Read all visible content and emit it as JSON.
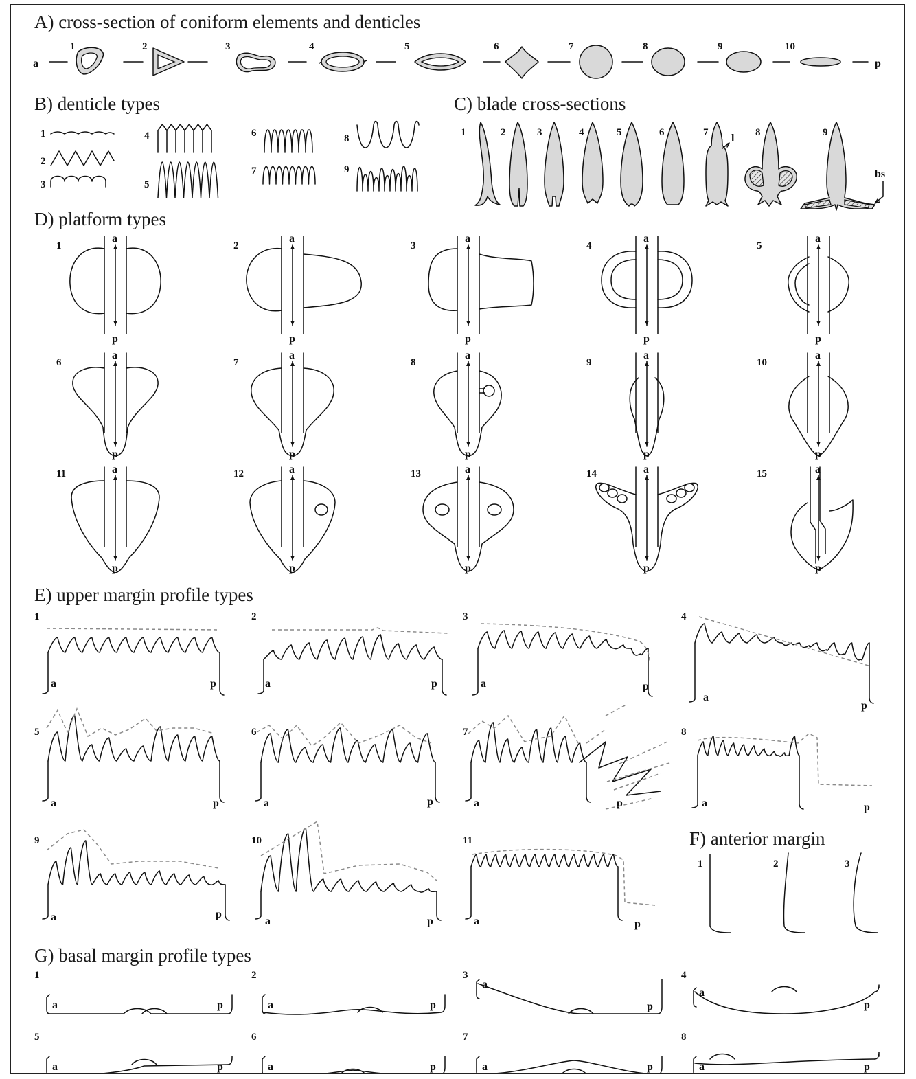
{
  "sections": {
    "A": {
      "title": "A) cross-section of coniform elements and denticles",
      "numbers": [
        "1",
        "2",
        "3",
        "4",
        "5",
        "6",
        "7",
        "8",
        "9",
        "10"
      ],
      "left_end": "a",
      "right_end": "p"
    },
    "B": {
      "title": "B) denticle types",
      "numbers": [
        "1",
        "2",
        "3",
        "4",
        "5",
        "6",
        "7",
        "8",
        "9"
      ]
    },
    "C": {
      "title": "C) blade cross-sections",
      "numbers": [
        "1",
        "2",
        "3",
        "4",
        "5",
        "6",
        "7",
        "8",
        "9"
      ],
      "callout_l": "l",
      "callout_bs": "bs"
    },
    "D": {
      "title": "D) platform types",
      "numbers": [
        "1",
        "2",
        "3",
        "4",
        "5",
        "6",
        "7",
        "8",
        "9",
        "10",
        "11",
        "12",
        "13",
        "14",
        "15"
      ],
      "anterior": "a",
      "posterior": "p"
    },
    "E": {
      "title": "E) upper margin profile types",
      "numbers": [
        "1",
        "2",
        "3",
        "4",
        "5",
        "6",
        "7",
        "8",
        "9",
        "10",
        "11"
      ],
      "anterior": "a",
      "posterior": "p"
    },
    "F": {
      "title": "F) anterior margin",
      "numbers": [
        "1",
        "2",
        "3"
      ]
    },
    "G": {
      "title": "G) basal margin profile types",
      "numbers": [
        "1",
        "2",
        "3",
        "4",
        "5",
        "6",
        "7",
        "8"
      ],
      "anterior": "a",
      "posterior": "p"
    }
  },
  "colors": {
    "fill": "#d9d9d9",
    "stroke": "#111111",
    "dashed_profile": "#8a8a8a"
  }
}
